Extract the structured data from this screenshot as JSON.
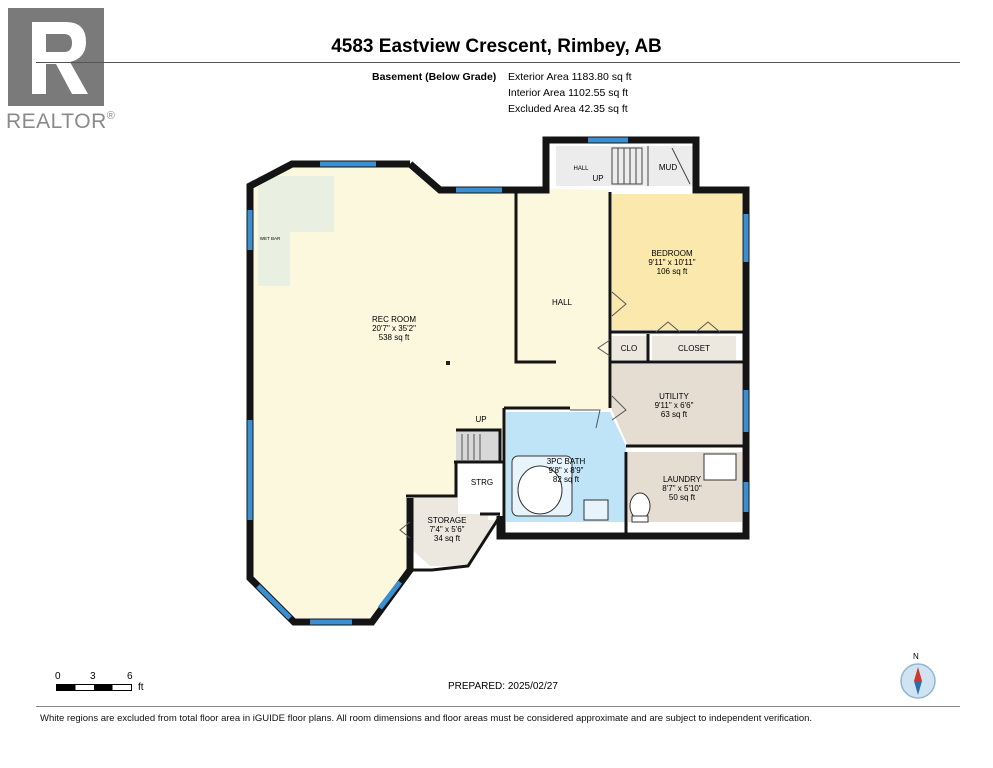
{
  "logo": {
    "word": "REALTOR",
    "mark": "®"
  },
  "title": "4583 Eastview Crescent, Rimbey, AB",
  "areas": {
    "level": "Basement (Below Grade)",
    "exterior": "Exterior Area 1183.80 sq ft",
    "interior": "Interior Area 1102.55 sq ft",
    "excluded": "Excluded Area 42.35 sq ft"
  },
  "rooms": {
    "rec": {
      "name": "REC ROOM",
      "dims": "20'7\" x 35'2\"",
      "area": "538 sq ft"
    },
    "bedroom": {
      "name": "BEDROOM",
      "dims": "9'11\" x 10'11\"",
      "area": "106 sq ft"
    },
    "utility": {
      "name": "UTILITY",
      "dims": "9'11\" x 6'6\"",
      "area": "63 sq ft"
    },
    "bath": {
      "name": "3PC BATH",
      "dims": "9'8\" x 8'9\"",
      "area": "82 sq ft"
    },
    "laundry": {
      "name": "LAUNDRY",
      "dims": "8'7\" x 5'10\"",
      "area": "50 sq ft"
    },
    "storage": {
      "name": "STORAGE",
      "dims": "7'4\" x 5'6\"",
      "area": "34 sq ft"
    },
    "hall": "HALL",
    "hall_small": "HALL",
    "mud": "MUD",
    "clo": "CLO",
    "closet": "CLOSET",
    "strg": "STRG",
    "up1": "UP",
    "up2": "UP",
    "wet_bar": "WET BAR"
  },
  "scale": {
    "t0": "0",
    "t1": "3",
    "t2": "6",
    "unit": "ft"
  },
  "compass": {
    "north": "N"
  },
  "prepared": "PREPARED: 2025/02/27",
  "disclaimer": "White regions are excluded from total floor area in iGUIDE floor plans. All room dimensions and floor areas must be considered approximate and are subject to independent verification.",
  "colors": {
    "rec": "#fbf8de",
    "bedroom": "#fbe8ad",
    "utility": "#e6ddd2",
    "bath": "#bfe4f8",
    "laundry": "#e6ddd2",
    "wall": "#141414",
    "window": "#3b8fd0"
  }
}
